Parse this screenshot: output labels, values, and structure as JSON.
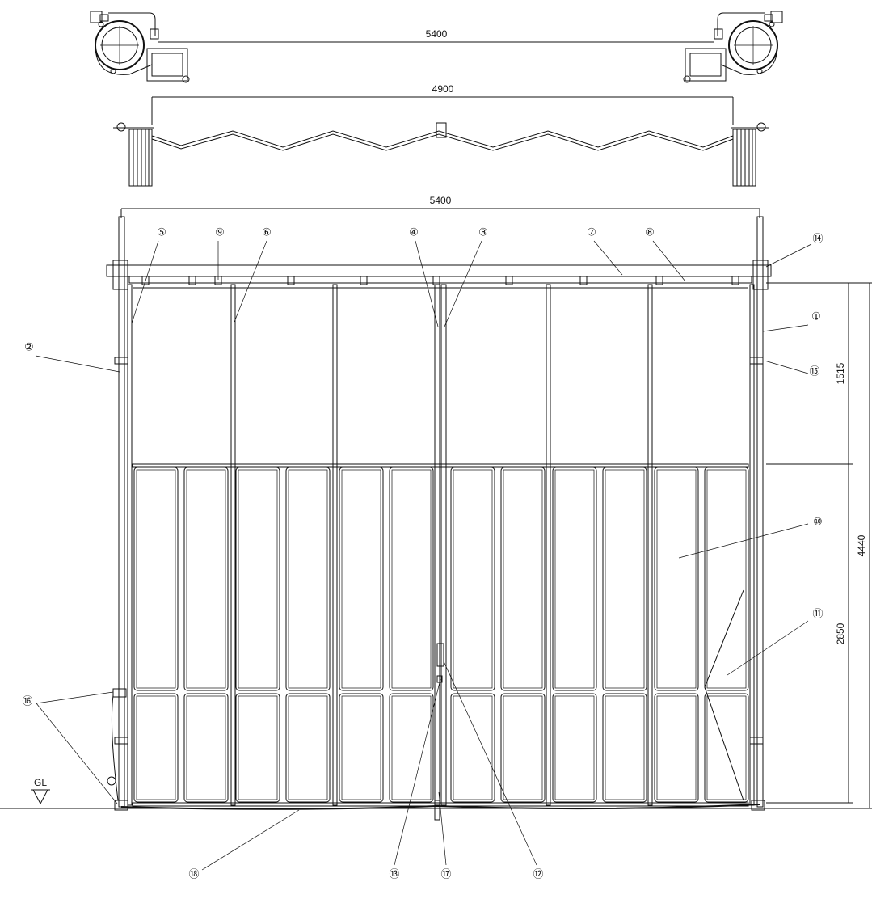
{
  "dimensions": {
    "top_width": "5400",
    "fold_width": "4900",
    "frame_width": "5400",
    "upper_height": "1515",
    "total_height": "4440",
    "lower_height": "2850"
  },
  "ground_label": "GL",
  "callouts": [
    "①",
    "②",
    "③",
    "④",
    "⑤",
    "⑥",
    "⑦",
    "⑧",
    "⑨",
    "⑩",
    "⑪",
    "⑫",
    "⑬",
    "⑭",
    "⑮",
    "⑯",
    "⑰",
    "⑱"
  ]
}
